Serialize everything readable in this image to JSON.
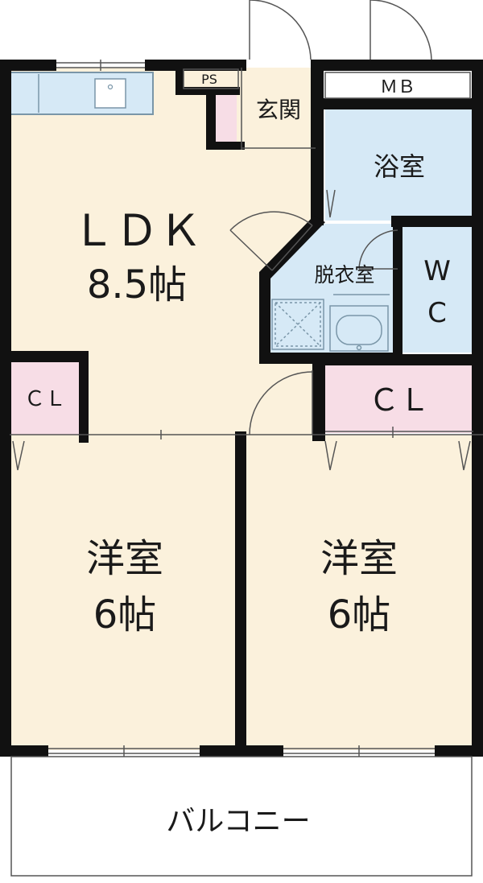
{
  "colors": {
    "floor": "#fbf1dc",
    "wet": "#d6e9f6",
    "closet": "#f7dde6",
    "wall": "#111111",
    "balcony": "#ffffff",
    "fixture_stroke": "#7a96a8"
  },
  "rooms": {
    "ldk": {
      "name": "ＬＤＫ",
      "size": "8.5帖"
    },
    "bath": {
      "name": "浴室"
    },
    "entrance": {
      "name": "玄関"
    },
    "dressing": {
      "name": "脱衣室"
    },
    "wc": {
      "line1": "W",
      "line2": "C"
    },
    "cl_left": {
      "name": "ＣＬ"
    },
    "cl_right": {
      "name": "ＣＬ"
    },
    "west_left": {
      "name": "洋室",
      "size": "6帖"
    },
    "west_right": {
      "name": "洋室",
      "size": "6帖"
    },
    "balcony": {
      "name": "バルコニー"
    },
    "ps": {
      "name": "PS"
    },
    "mb": {
      "name": "ＭＢ"
    }
  },
  "icons": [
    "kitchen-sink-icon",
    "washbasin-icon",
    "washing-machine-pan-icon",
    "door-swing-icon"
  ]
}
